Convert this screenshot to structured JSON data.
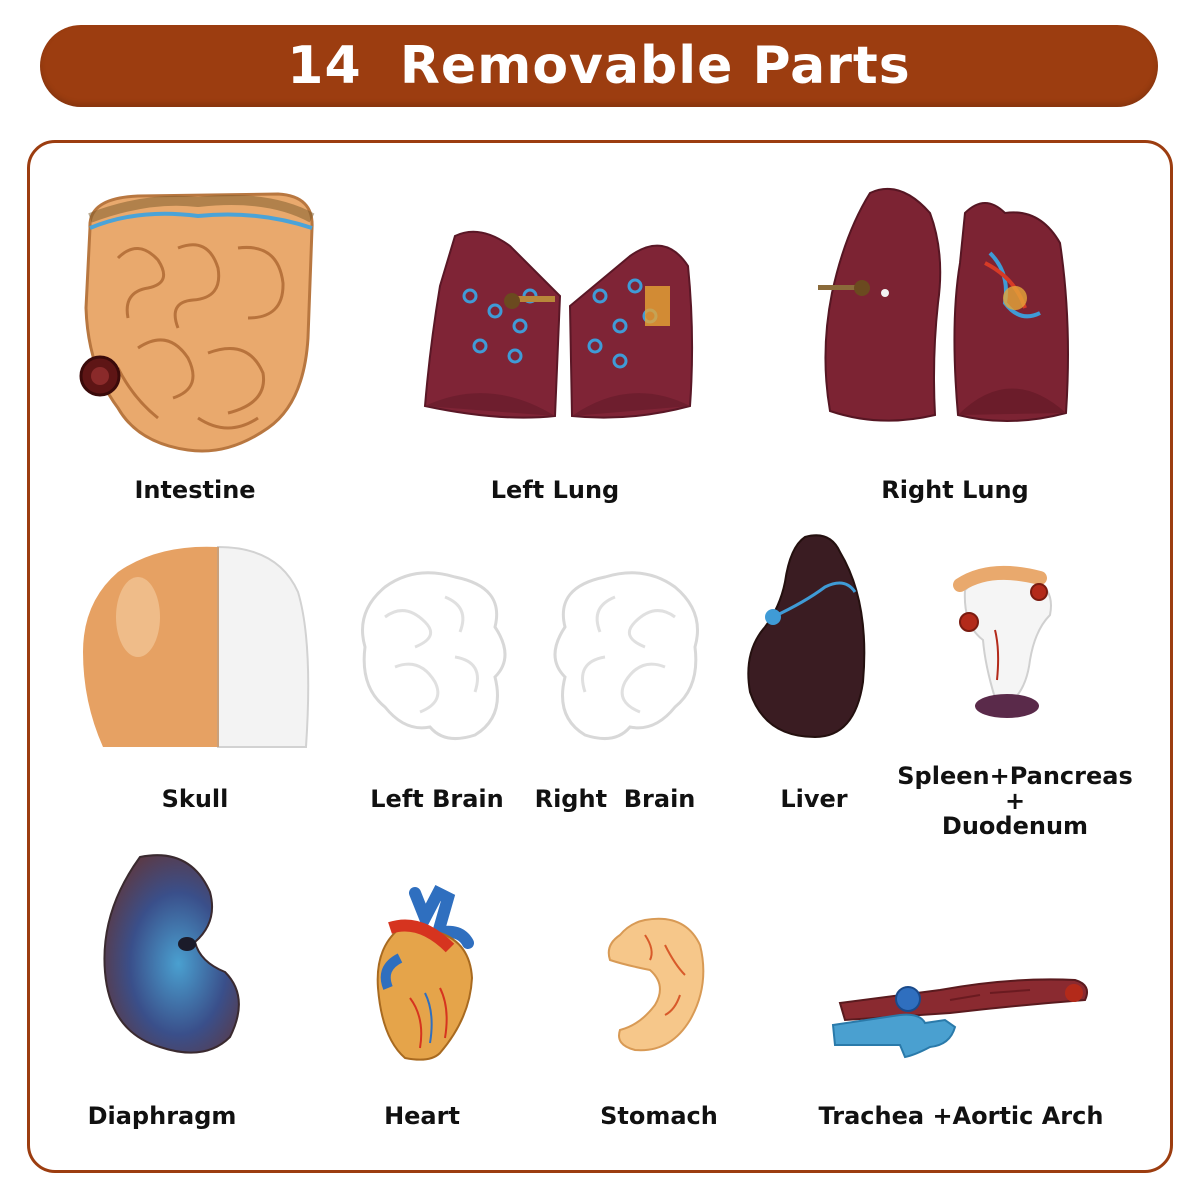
{
  "banner": {
    "title": "14  Removable Parts"
  },
  "parts": {
    "intestine": {
      "label": "Intestine"
    },
    "left_lung": {
      "label": "Left Lung"
    },
    "right_lung": {
      "label": "Right Lung"
    },
    "skull": {
      "label": "Skull"
    },
    "left_brain": {
      "label": "Left Brain"
    },
    "right_brain": {
      "label": "Right  Brain"
    },
    "liver": {
      "label": "Liver"
    },
    "spleen": {
      "label_line1": "Spleen+Pancreas",
      "label_line2": "+",
      "label_line3": "Duodenum"
    },
    "diaphragm": {
      "label": "Diaphragm"
    },
    "heart": {
      "label": "Heart"
    },
    "stomach": {
      "label": "Stomach"
    },
    "trachea": {
      "label": "Trachea +Aortic Arch"
    }
  },
  "colors": {
    "accent": "#9c3d10",
    "text": "#111111",
    "background": "#ffffff"
  }
}
